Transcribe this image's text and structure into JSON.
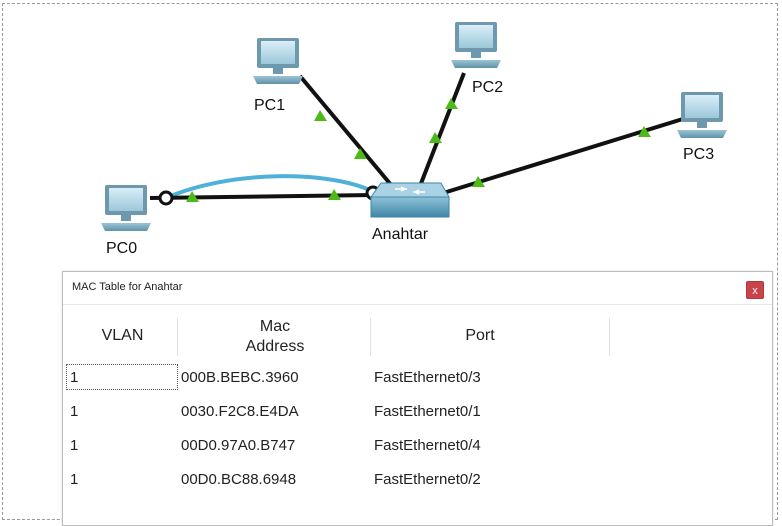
{
  "topology": {
    "devices": {
      "pc0": "PC0",
      "pc1": "PC1",
      "pc2": "PC2",
      "pc3": "PC3",
      "switch": "Anahtar"
    },
    "colors": {
      "link": "#111111",
      "link_up": "#4cbb17",
      "highlight_link": "#4fb0d8",
      "device": "#7fb2c9"
    },
    "icons": [
      "pc-icon",
      "switch-icon",
      "link-up-triangle-icon"
    ]
  },
  "dialog": {
    "title": "MAC Table for Anahtar",
    "close_icon": "close-icon",
    "close_label": "x",
    "headers": {
      "vlan": "VLAN",
      "mac_line1": "Mac",
      "mac_line2": "Address",
      "port": "Port"
    },
    "rows": [
      {
        "vlan": "1",
        "mac": "000B.BEBC.3960",
        "port": "FastEthernet0/3"
      },
      {
        "vlan": "1",
        "mac": "0030.F2C8.E4DA",
        "port": "FastEthernet0/1"
      },
      {
        "vlan": "1",
        "mac": "00D0.97A0.B747",
        "port": "FastEthernet0/4"
      },
      {
        "vlan": "1",
        "mac": "00D0.BC88.6948",
        "port": "FastEthernet0/2"
      }
    ]
  }
}
